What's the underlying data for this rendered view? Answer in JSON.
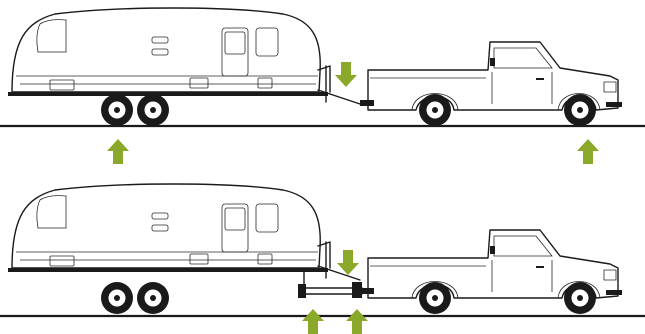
{
  "diagram": {
    "background": "#ffffff",
    "line_color": "#1a1a1a",
    "arrow_color": "#8aa82a",
    "scenes": [
      {
        "name": "trailer-without-weight-distribution",
        "arrows": [
          {
            "direction": "down",
            "location": "hitch"
          },
          {
            "direction": "up",
            "location": "trailer-axles"
          },
          {
            "direction": "up",
            "location": "truck-front-axle"
          }
        ]
      },
      {
        "name": "trailer-with-weight-distribution",
        "arrows": [
          {
            "direction": "down",
            "location": "hitch"
          },
          {
            "direction": "up",
            "location": "spring-bar-left"
          },
          {
            "direction": "up",
            "location": "spring-bar-right"
          }
        ]
      }
    ]
  }
}
